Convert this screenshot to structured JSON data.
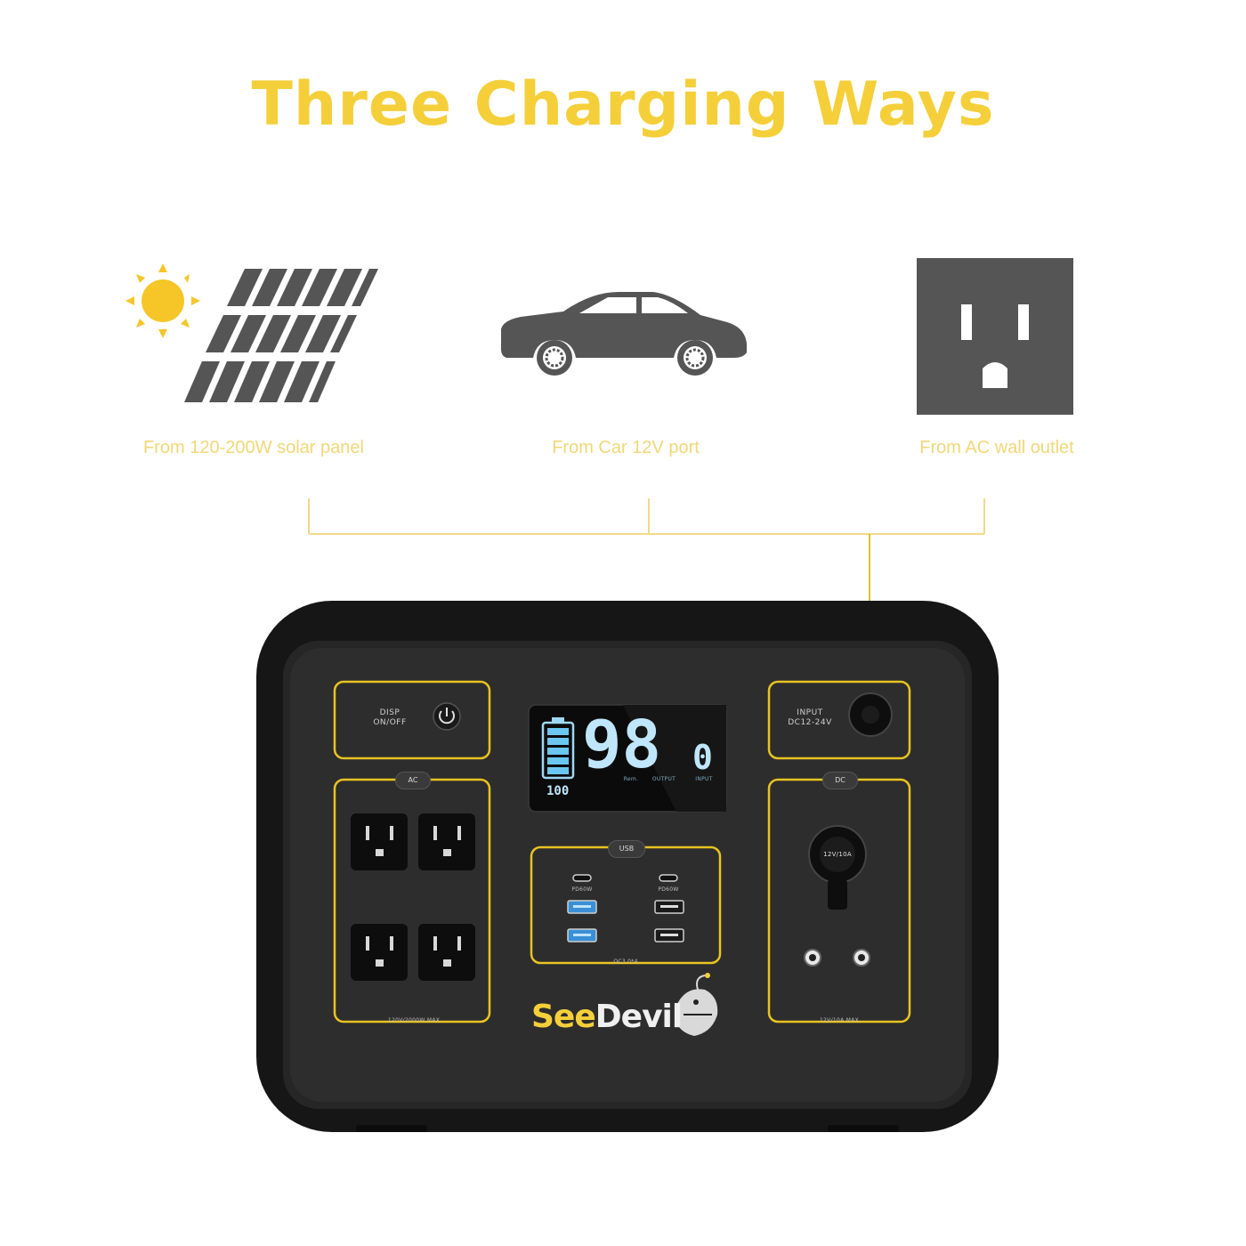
{
  "title": "Three Charging Ways",
  "methods": [
    {
      "label": "From 120-200W solar panel",
      "icon": "solar-panel-icon"
    },
    {
      "label": "From Car 12V port",
      "icon": "car-icon"
    },
    {
      "label": "From AC wall outlet",
      "icon": "ac-outlet-icon"
    }
  ],
  "colors": {
    "accent": "#f5cf3a",
    "caption": "#f2d777",
    "icon_gray": "#555555",
    "device_body": "#1a1a1a",
    "panel_outline": "#e8c321"
  },
  "device": {
    "brand_see": "See",
    "brand_devil": "Devil",
    "disp_label_1": "DISP",
    "disp_label_2": "ON/OFF",
    "input_label_1": "INPUT",
    "input_label_2": "DC12-24V",
    "ac_pill": "AC",
    "dc_pill": "DC",
    "usb_pill": "USB",
    "ac_spec": "120V/2000W MAX",
    "dc_spec": "12V/10A MAX",
    "usb_spec": "QC3.0*4",
    "usbc_left": "PD60W",
    "usbc_right": "PD60W",
    "car_socket_label": "12V/10A",
    "display": {
      "battery_percent": "98",
      "output_watts": "0",
      "small_readout": "100",
      "label_rem": "Rem.",
      "label_output": "OUTPUT",
      "label_input": "INPUT"
    }
  }
}
